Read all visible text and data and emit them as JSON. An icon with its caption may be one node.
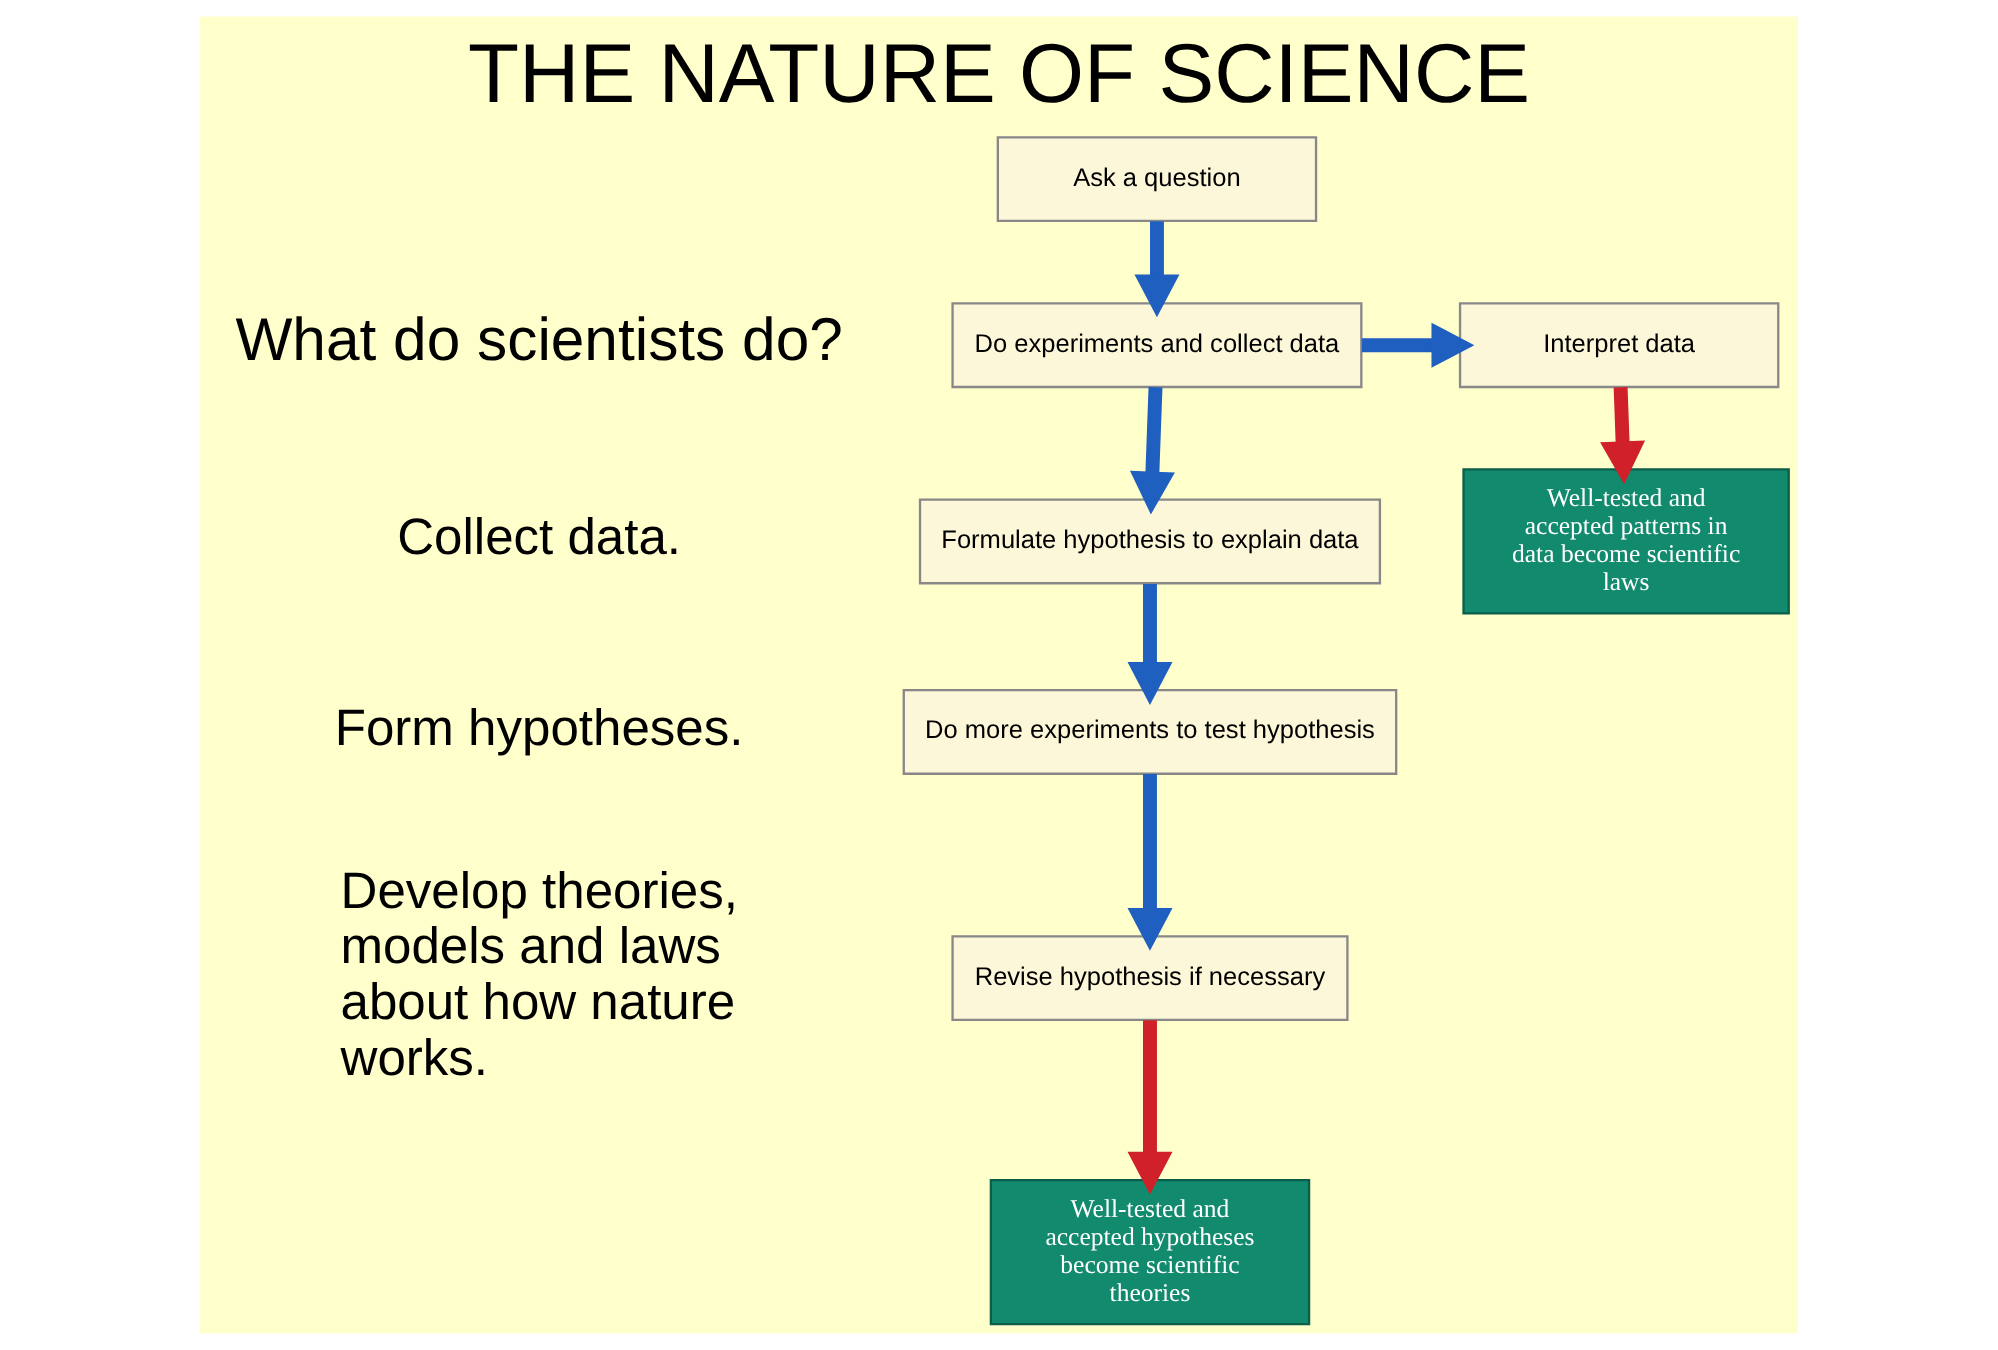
{
  "diagram": {
    "title": "THE NATURE OF SCIENCE",
    "nodes": [
      {
        "text": [
          "Ask a question"
        ]
      },
      {
        "text": [
          "Do experiments and collect data"
        ]
      },
      {
        "text": [
          "Interpret data"
        ]
      },
      {
        "text": [
          "Well-tested and accepted patterns in data become scientific laws"
        ]
      },
      {
        "text": [
          "Formulate hypothesis to explain data"
        ]
      },
      {
        "text": [
          "Do more experiments to test hypothesis"
        ]
      },
      {
        "text": [
          "Revise hypothesis if necessary"
        ]
      },
      {
        "text": [
          "Well-tested and accepted hypotheses become scientific theories"
        ]
      }
    ],
    "edges": [
      {
        "from": 0,
        "to": 1,
        "arrow": "to"
      },
      {
        "from": 1,
        "to": 2,
        "arrow": "to"
      },
      {
        "from": 2,
        "to": 3,
        "arrow": "to",
        "color": "#d0202a"
      },
      {
        "from": 1,
        "to": 4,
        "arrow": "to"
      },
      {
        "from": 4,
        "to": 5,
        "arrow": "to"
      },
      {
        "from": 5,
        "to": 6,
        "arrow": "to"
      },
      {
        "from": 6,
        "to": 7,
        "arrow": "to",
        "color": "#d0202a"
      }
    ],
    "labels": [
      "What do scientists do?",
      "Collect data.",
      "Form hypotheses.",
      "Develop theories, models and laws about how nature works."
    ]
  }
}
